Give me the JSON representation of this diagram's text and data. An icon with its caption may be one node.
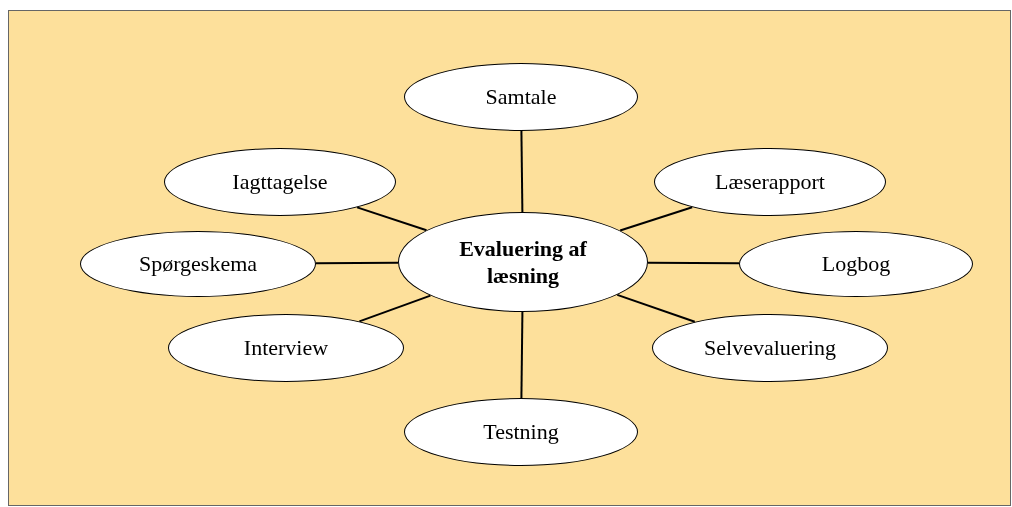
{
  "diagram": {
    "nodes": [
      {
        "text": [
          "Evaluering af læsning"
        ]
      },
      {
        "text": [
          "Samtale"
        ]
      },
      {
        "text": [
          "Iagttagelse"
        ]
      },
      {
        "text": [
          "Læserapport"
        ]
      },
      {
        "text": [
          "Spørgeskema"
        ]
      },
      {
        "text": [
          "Logbog"
        ]
      },
      {
        "text": [
          "Interview"
        ]
      },
      {
        "text": [
          "Selvevaluering"
        ]
      },
      {
        "text": [
          "Testning"
        ]
      }
    ],
    "edges": [
      {
        "from": 0,
        "to": 1,
        "arrow": "none"
      },
      {
        "from": 0,
        "to": 2,
        "arrow": "none"
      },
      {
        "from": 0,
        "to": 3,
        "arrow": "none"
      },
      {
        "from": 0,
        "to": 4,
        "arrow": "none"
      },
      {
        "from": 0,
        "to": 5,
        "arrow": "none"
      },
      {
        "from": 0,
        "to": 6,
        "arrow": "none"
      },
      {
        "from": 0,
        "to": 7,
        "arrow": "none"
      },
      {
        "from": 0,
        "to": 8,
        "arrow": "none"
      }
    ]
  }
}
